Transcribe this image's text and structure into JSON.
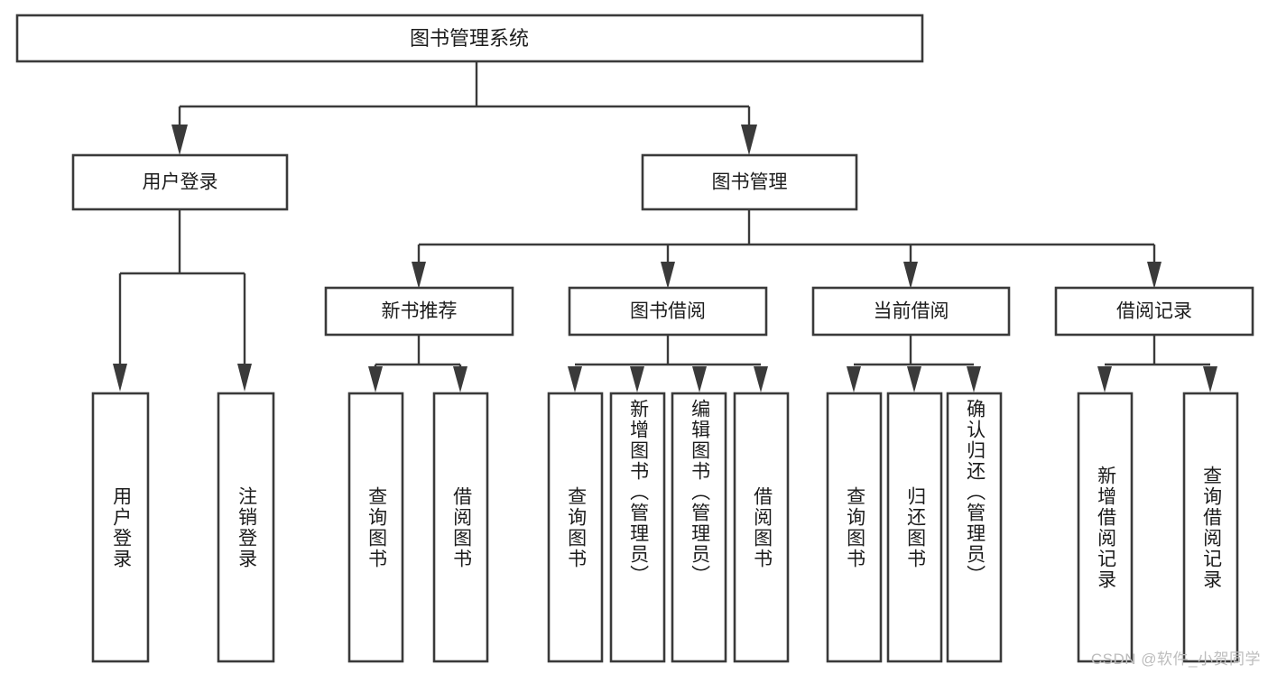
{
  "diagram": {
    "type": "tree",
    "title": "图书管理系统",
    "watermark": "CSDN @软件_小贺同学",
    "colors": {
      "box_stroke": "#3a3a3a",
      "box_fill": "#ffffff",
      "text": "#1c1c1c",
      "connector": "#3a3a3a",
      "watermark": "#bdbdbd"
    },
    "root": {
      "label": "图书管理系统"
    },
    "level2": [
      {
        "label": "用户登录"
      },
      {
        "label": "图书管理"
      }
    ],
    "level3": [
      {
        "label": "新书推荐"
      },
      {
        "label": "图书借阅"
      },
      {
        "label": "当前借阅"
      },
      {
        "label": "借阅记录"
      }
    ],
    "leaves": {
      "user_login": [
        {
          "label": "用户登录"
        },
        {
          "label": "注销登录"
        }
      ],
      "new_book_recommend": [
        {
          "label": "查询图书"
        },
        {
          "label": "借阅图书"
        }
      ],
      "book_borrow": [
        {
          "label": "查询图书"
        },
        {
          "label": "新增图书（管理员）"
        },
        {
          "label": "编辑图书（管理员）"
        },
        {
          "label": "借阅图书"
        }
      ],
      "current_borrow": [
        {
          "label": "查询图书"
        },
        {
          "label": "归还图书"
        },
        {
          "label": "确认归还（管理员）"
        }
      ],
      "borrow_record": [
        {
          "label": "新增借阅记录"
        },
        {
          "label": "查询借阅记录"
        }
      ]
    }
  }
}
